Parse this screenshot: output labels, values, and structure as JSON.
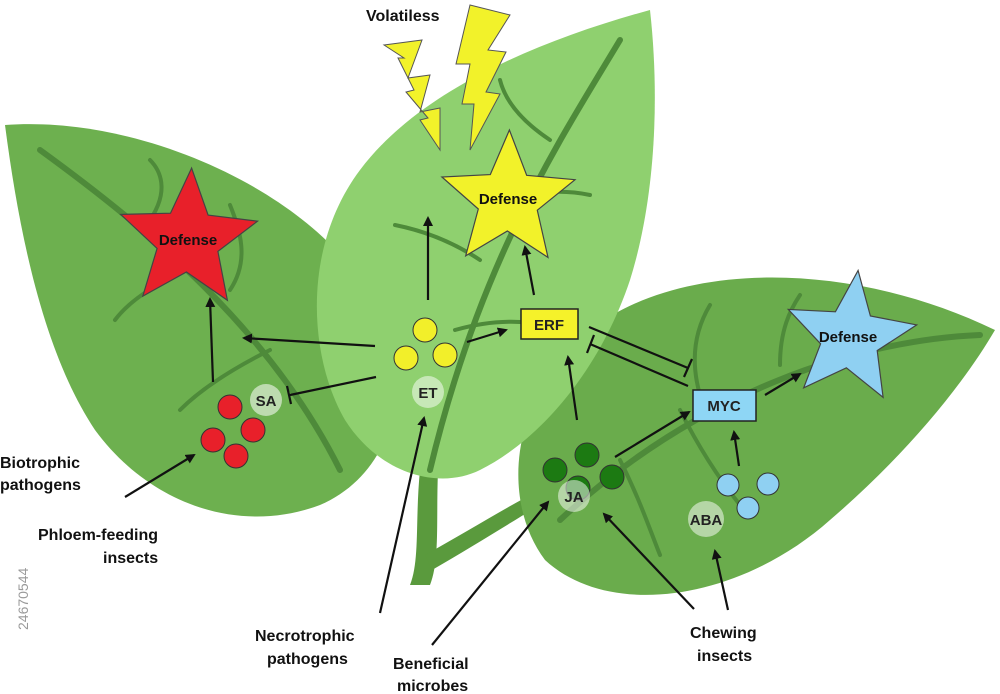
{
  "labels": {
    "volatiles": "Volatiless",
    "biotrophic_1": "Biotrophic",
    "biotrophic_2": "pathogens",
    "phloem_1": "Phloem-feeding",
    "phloem_2": "insects",
    "necro_1": "Necrotrophic",
    "necro_2": "pathogens",
    "beneficial_1": "Beneficial",
    "beneficial_2": "microbes",
    "chewing_1": "Chewing",
    "chewing_2": "insects"
  },
  "defense_stars": {
    "red": "Defense",
    "yellow": "Defense",
    "blue": "Defense"
  },
  "hormones": {
    "sa": "SA",
    "et": "ET",
    "ja": "JA",
    "aba": "ABA"
  },
  "factors": {
    "erf": "ERF",
    "myc": "MYC"
  },
  "colors": {
    "leaf_left": "#6db04f",
    "leaf_center": "#8fd06f",
    "leaf_right": "#6aac4c",
    "vein": "#4e8a3a",
    "sa_red": "#e8202a",
    "et_yellow": "#f2ef2a",
    "ja_green": "#1c7a12",
    "aba_blue": "#8fd0f2",
    "myc_blue": "#8ed6f5",
    "erf_yellow": "#f5f22a",
    "volatile_yellow": "#f2f22a"
  },
  "watermark": "24670544"
}
